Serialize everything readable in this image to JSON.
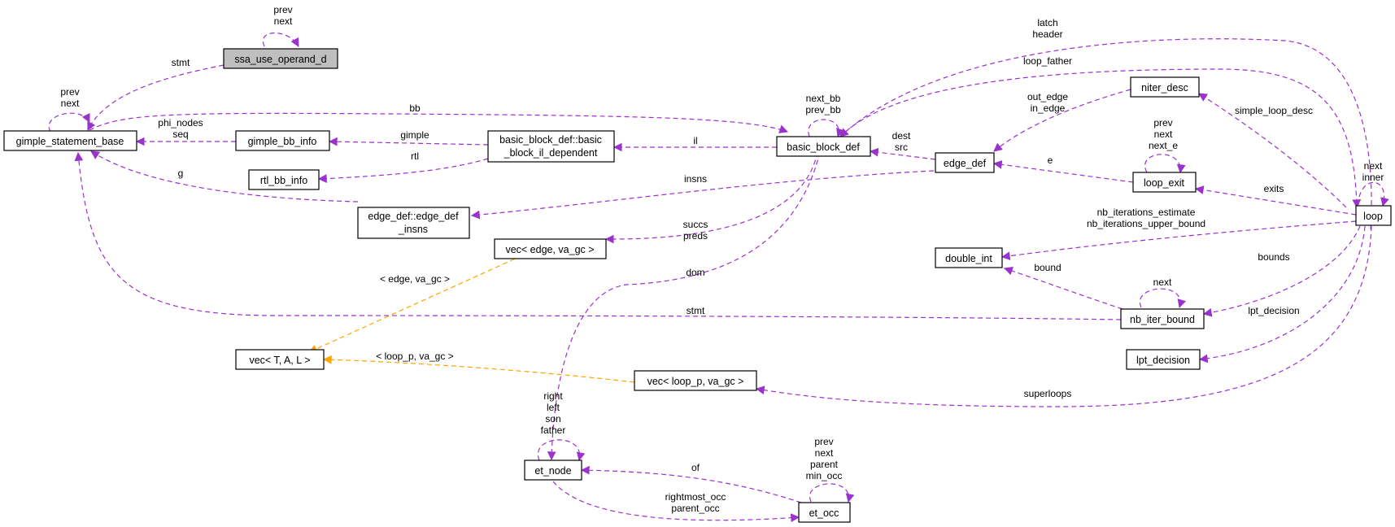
{
  "diagram": {
    "nodes": {
      "ssa_use_operand_d": "ssa_use_operand_d",
      "gimple_statement_base": "gimple_statement_base",
      "gimple_bb_info": "gimple_bb_info",
      "rtl_bb_info": "rtl_bb_info",
      "basic_block_il_dependent_l1": "basic_block_def::basic",
      "basic_block_il_dependent_l2": "_block_il_dependent",
      "basic_block_def": "basic_block_def",
      "edge_def_insns_l1": "edge_def::edge_def",
      "edge_def_insns_l2": "_insns",
      "vec_edge": "vec< edge, va_gc >",
      "vec_T": "vec< T, A, L >",
      "vec_loop_p": "vec< loop_p, va_gc >",
      "et_node": "et_node",
      "et_occ": "et_occ",
      "edge_def": "edge_def",
      "niter_desc": "niter_desc",
      "loop_exit": "loop_exit",
      "double_int": "double_int",
      "nb_iter_bound": "nb_iter_bound",
      "lpt_decision": "lpt_decision",
      "loop": "loop"
    },
    "labels": {
      "ssa_self_prev": "prev",
      "ssa_self_next": "next",
      "stmt_top": "stmt",
      "gsb_self_prev": "prev",
      "gsb_self_next": "next",
      "phi_nodes": "phi_nodes",
      "seq": "seq",
      "bb": "bb",
      "gimple": "gimple",
      "rtl": "rtl",
      "il": "il",
      "g": "g",
      "insns": "insns",
      "bbd_next_bb": "next_bb",
      "bbd_prev_bb": "prev_bb",
      "dest": "dest",
      "src": "src",
      "out_edge": "out_edge",
      "in_edge": "in_edge",
      "latch": "latch",
      "header": "header",
      "loop_father": "loop_father",
      "succs": "succs",
      "preds": "preds",
      "dom": "dom",
      "tmpl_edge": "< edge, va_gc >",
      "tmpl_loop_p": "< loop_p, va_gc >",
      "stmt_bottom": "stmt",
      "e": "e",
      "le_prev": "prev",
      "le_next": "next",
      "le_next_e": "next_e",
      "simple_loop_desc": "simple_loop_desc",
      "exits": "exits",
      "loop_next": "next",
      "loop_inner": "inner",
      "nb_iterations_estimate": "nb_iterations_estimate",
      "nb_iterations_upper_bound": "nb_iterations_upper_bound",
      "bound": "bound",
      "nib_next": "next",
      "bounds": "bounds",
      "lpt_decision_label": "lpt_decision",
      "superloops": "superloops",
      "et_right": "right",
      "et_left": "left",
      "et_son": "son",
      "et_father": "father",
      "of": "of",
      "rightmost_occ": "rightmost_occ",
      "parent_occ": "parent_occ",
      "occ_prev": "prev",
      "occ_next": "next",
      "occ_parent": "parent",
      "occ_min_occ": "min_occ"
    },
    "colors": {
      "pointer_edge": "#9a32cd",
      "template_edge": "#ffa500",
      "focus_fill": "#bfbfbf",
      "node_fill": "#ffffff"
    }
  }
}
